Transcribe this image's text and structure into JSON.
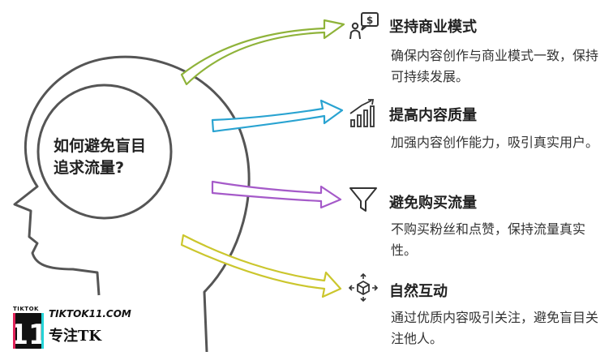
{
  "central_question": "如何避免盲目追求流量?",
  "items": [
    {
      "title": "坚持商业模式",
      "description": "确保内容创作与商业模式一致，保持可持续发展。",
      "icon": "business-person-dollar-icon",
      "arrow_color": "#8fb33a"
    },
    {
      "title": "提高内容质量",
      "description": "加强内容创作能力，吸引真实用户。",
      "icon": "bar-chart-growth-icon",
      "arrow_color": "#29a3d1"
    },
    {
      "title": "避免购买流量",
      "description": "不购买粉丝和点赞，保持流量真实性。",
      "icon": "funnel-icon",
      "arrow_color": "#a55ac9"
    },
    {
      "title": "自然互动",
      "description": "通过优质内容吸引关注，避免盲目关注他人。",
      "icon": "cube-arrows-icon",
      "arrow_color": "#cbc62d"
    }
  ],
  "logo": {
    "small_text": "TIKTOK",
    "number": "11",
    "url": "TIKTOK11.COM",
    "tagline": "专注TK"
  }
}
